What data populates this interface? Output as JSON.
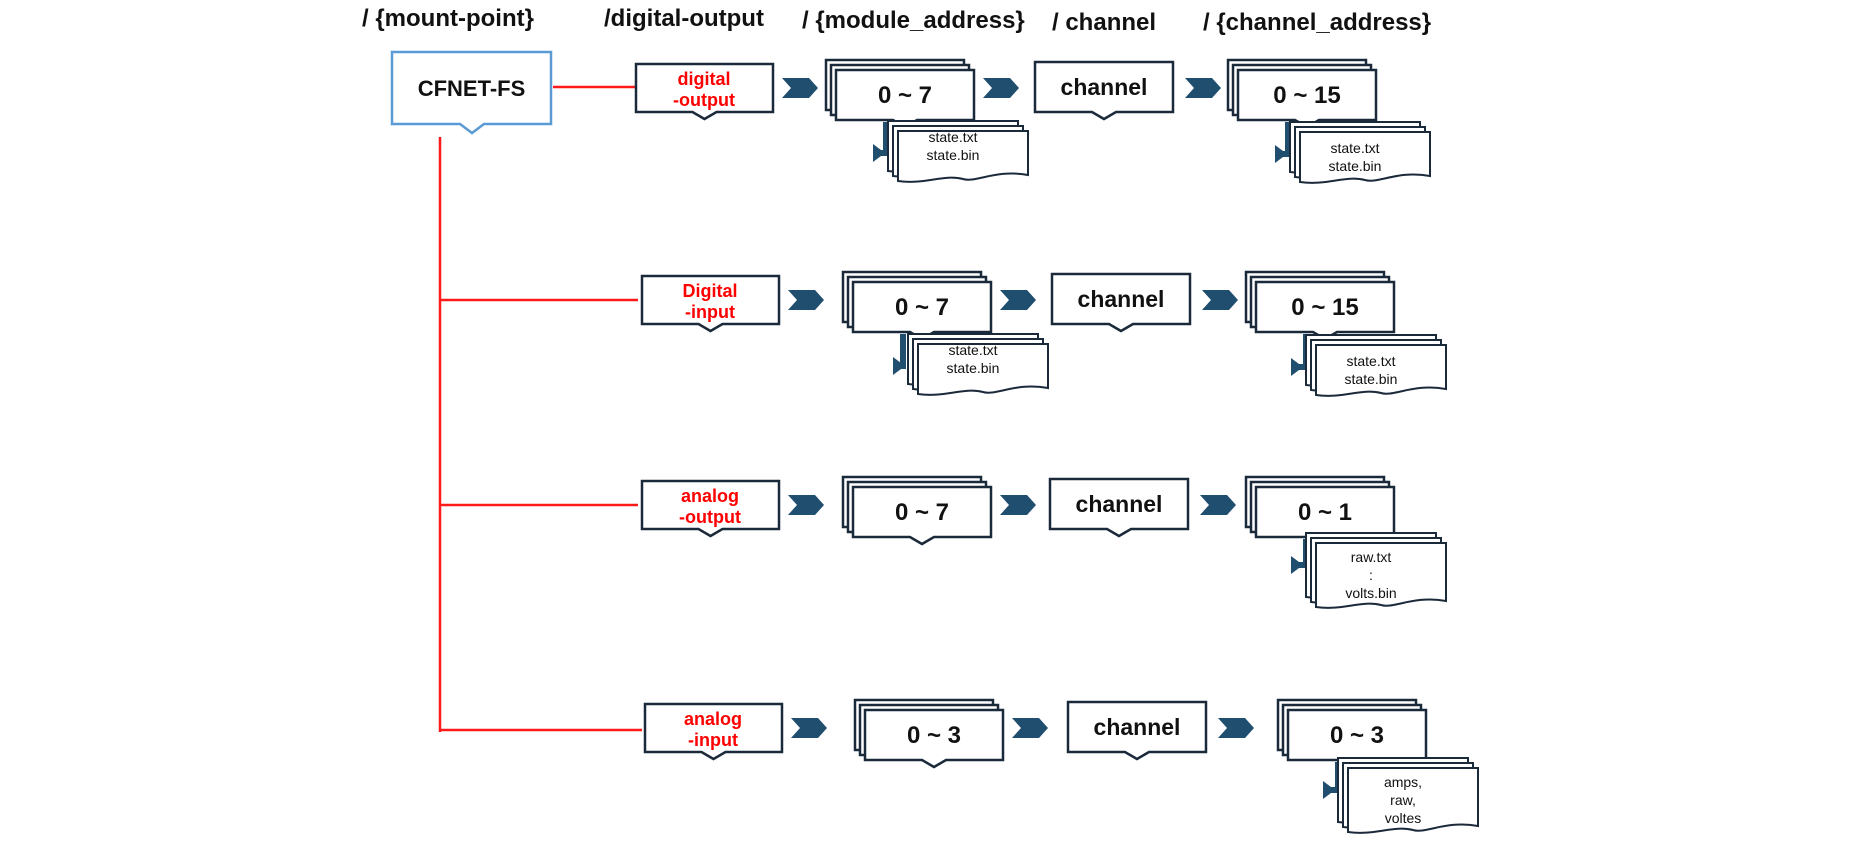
{
  "headers": {
    "mount_point": "/ {mount-point}",
    "type": "/digital-output",
    "module_address": "/ {module_address}",
    "channel": "/ channel",
    "channel_address": "/ {channel_address}"
  },
  "root": {
    "label": "CFNET-FS"
  },
  "rows": [
    {
      "type_line1": "digital",
      "type_line2": "-output",
      "module_range": "0 ~ 7",
      "module_files": [
        "state.txt",
        "state.bin"
      ],
      "channel_label": "channel",
      "channel_range": "0 ~ 15",
      "channel_files": [
        "state.txt",
        "state.bin"
      ]
    },
    {
      "type_line1": "Digital",
      "type_line2": "-input",
      "module_range": "0 ~ 7",
      "module_files": [
        "state.txt",
        "state.bin"
      ],
      "channel_label": "channel",
      "channel_range": "0 ~ 15",
      "channel_files": [
        "state.txt",
        "state.bin"
      ]
    },
    {
      "type_line1": "analog",
      "type_line2": "-output",
      "module_range": "0 ~ 7",
      "module_files": [],
      "channel_label": "channel",
      "channel_range": "0 ~ 1",
      "channel_files": [
        "raw.txt",
        ":",
        "volts.bin"
      ]
    },
    {
      "type_line1": "analog",
      "type_line2": "-input",
      "module_range": "0 ~ 3",
      "module_files": [],
      "channel_label": "channel",
      "channel_range": "0 ~ 3",
      "channel_files": [
        "amps,",
        "raw,",
        "voltes"
      ]
    }
  ],
  "colors": {
    "type_label": "#ff0000",
    "connector": "#ff1a1a",
    "root_border": "#5b9bd5",
    "box_border": "#1b2a3a",
    "arrow": "#1f4e6e"
  },
  "icons": {
    "arrow": "chevron-right-icon",
    "branch": "elbow-arrow-icon"
  }
}
